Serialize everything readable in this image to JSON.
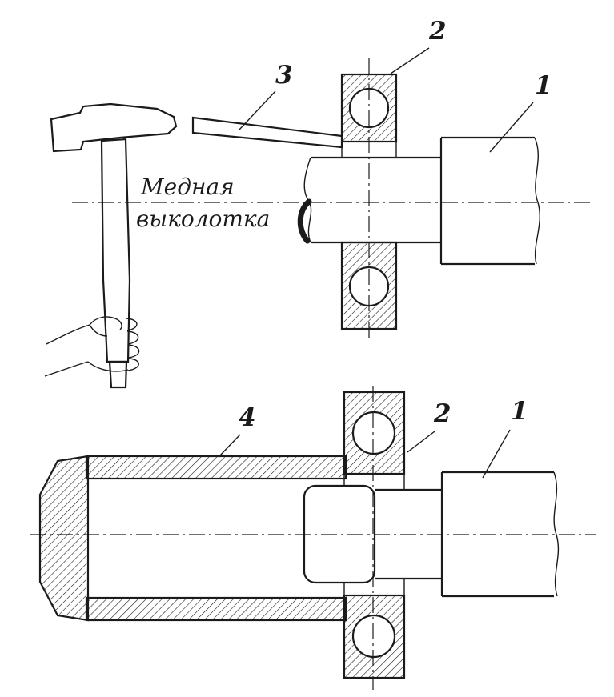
{
  "diagram": {
    "top_figure": {
      "part1_label": "1",
      "part2_label": "2",
      "part3_label": "3",
      "annotation_line1": "Медная",
      "annotation_line2": "выколотка"
    },
    "bottom_figure": {
      "part1_label": "1",
      "part2_label": "2",
      "part4_label": "4"
    },
    "colors": {
      "ink": "#1b1b1b",
      "paper": "#ffffff"
    }
  }
}
